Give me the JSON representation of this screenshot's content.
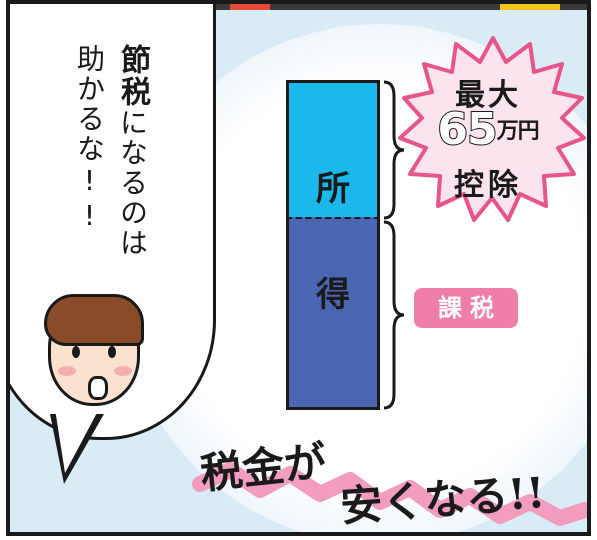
{
  "bubble": {
    "col1_bold": "節税",
    "col1_rest": "になるのは",
    "col2": "助かるな!!"
  },
  "bar": {
    "top_label": "所",
    "bottom_label": "得",
    "top_color": "#1bb8ec",
    "bottom_color": "#4a66b3"
  },
  "deduction": {
    "line1": "最大",
    "amount": "65",
    "unit": "万円",
    "line3": "控除",
    "burst_color": "#fbe4ee",
    "burst_stroke": "#e8558a"
  },
  "tax_badge": {
    "label": "課税",
    "color": "#ef7fa8"
  },
  "headline": {
    "part1": "税金が",
    "part2": "安くなる!!",
    "underline_color": "#f29cc0"
  }
}
